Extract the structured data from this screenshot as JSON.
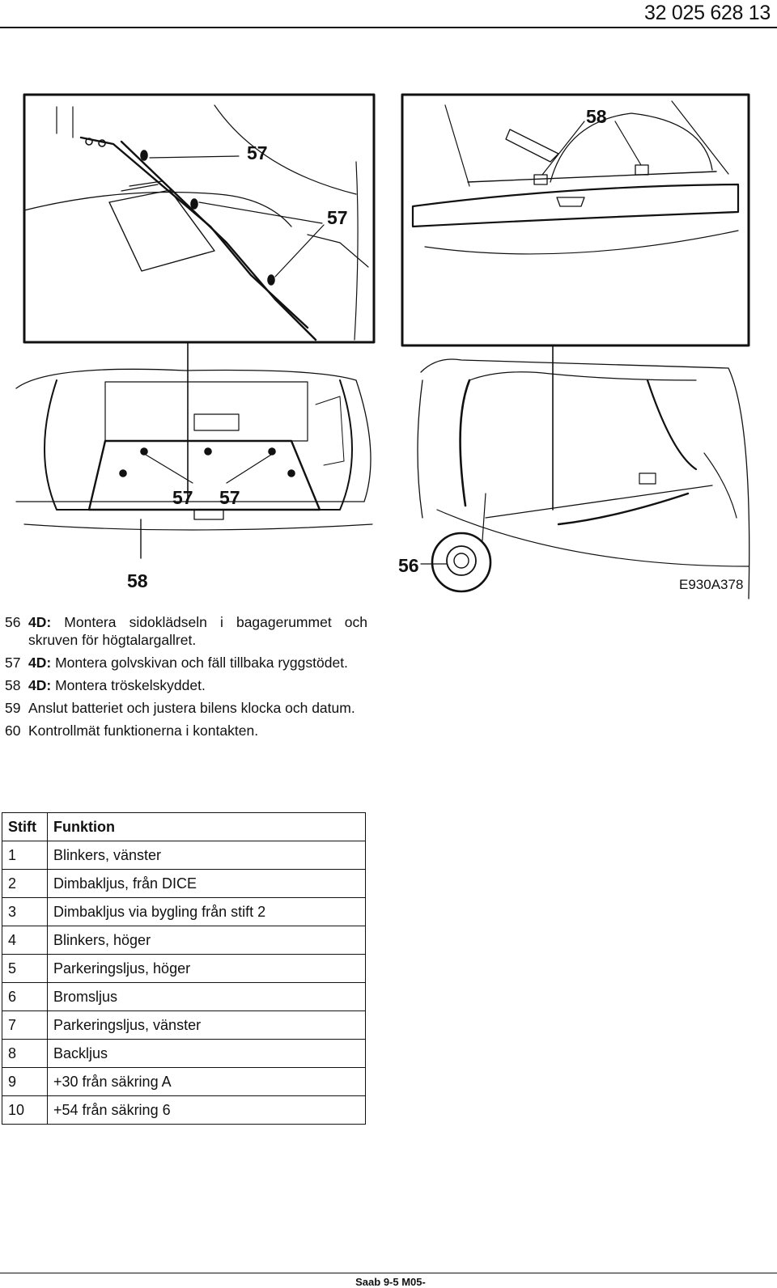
{
  "header": {
    "page_ref": "32 025 628  13"
  },
  "figure": {
    "code": "E930A378",
    "callouts": {
      "c57_a": "57",
      "c57_b": "57",
      "c58_top": "58",
      "c57_c": "57",
      "c57_d": "57",
      "c58_bottom": "58",
      "c56": "56"
    }
  },
  "steps": [
    {
      "num": "56",
      "prefix": "4D:",
      "text": " Montera sidoklädseln i bagagerummet och skruven för högtalargallret."
    },
    {
      "num": "57",
      "prefix": "4D:",
      "text": " Montera golvskivan och fäll tillbaka ryggstödet."
    },
    {
      "num": "58",
      "prefix": "4D:",
      "text": " Montera tröskelskyddet."
    },
    {
      "num": "59",
      "prefix": "",
      "text": "Anslut batteriet och justera bilens klocka och datum."
    },
    {
      "num": "60",
      "prefix": "",
      "text": "Kontrollmät funktionerna i kontakten."
    }
  ],
  "pin_table": {
    "headers": [
      "Stift",
      "Funktion"
    ],
    "rows": [
      [
        "1",
        "Blinkers, vänster"
      ],
      [
        "2",
        "Dimbakljus, från DICE"
      ],
      [
        "3",
        "Dimbakljus via bygling från stift 2"
      ],
      [
        "4",
        "Blinkers, höger"
      ],
      [
        "5",
        "Parkeringsljus, höger"
      ],
      [
        "6",
        "Bromsljus"
      ],
      [
        "7",
        "Parkeringsljus, vänster"
      ],
      [
        "8",
        "Backljus"
      ],
      [
        "9",
        "+30 från säkring A"
      ],
      [
        "10",
        "+54 från säkring 6"
      ]
    ]
  },
  "footer": {
    "label": "Saab 9-5 M05-"
  }
}
